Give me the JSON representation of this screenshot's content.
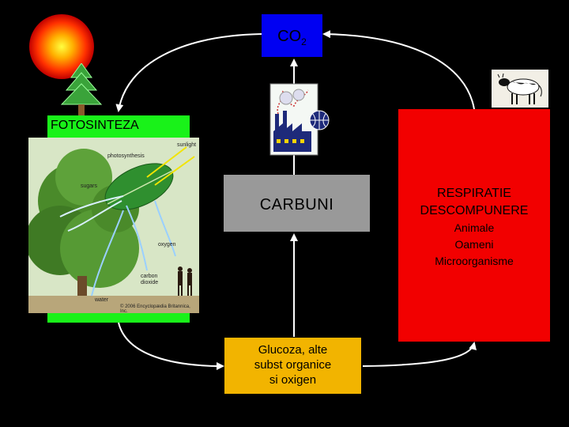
{
  "co2": {
    "main": "CO",
    "sub": "2"
  },
  "fotosinteza": "FOTOSINTEZA",
  "carbuni": "CARBUNI",
  "respiratie": {
    "title1": "RESPIRATIE",
    "title2": "DESCOMPUNERE",
    "items": [
      "Animale",
      "Oameni",
      "Microorganisme"
    ]
  },
  "glucoza": {
    "line1": "Glucoza, alte",
    "line2": "subst organice",
    "line3": "si oxigen"
  },
  "photo_labels": {
    "sunlight": "sunlight",
    "photosynthesis": "photosynthesis",
    "sugars": "sugars",
    "oxygen": "oxygen",
    "carbon1": "carbon",
    "carbon2": "dioxide",
    "water": "water",
    "copyright": "© 2006 Encyclopædia Britannica, Inc."
  },
  "colors": {
    "co2_box": "#0000f2",
    "fotosinteza_box": "#19f219",
    "carbuni_box": "#999999",
    "respiratie_box": "#f20000",
    "glucoza_box": "#f2b400",
    "arrows": "#ffffff"
  },
  "icons": [
    "sun-icon",
    "tree-icon",
    "factory-icon",
    "cow-icon",
    "photosynthesis-photo"
  ]
}
